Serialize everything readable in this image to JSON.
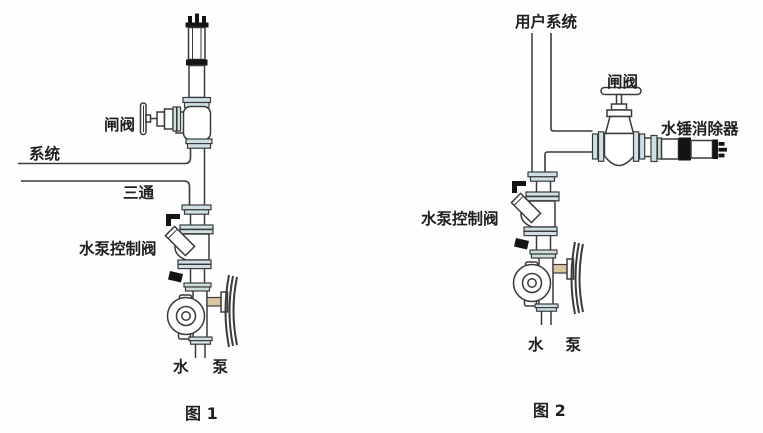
{
  "colors": {
    "ink": "#3a3a3a",
    "flange": "#cfe0e5",
    "flange_green": "#cde0d4",
    "black_part": "#141414",
    "shaft": "#d8c7a0",
    "background": "#fefefe",
    "label_ink": "#1f1f1f"
  },
  "figure1": {
    "caption": "图 1",
    "labels": {
      "gate_valve": "闸阀",
      "system": "系统",
      "tee": "三通",
      "pump_control_valve": "水泵控制阀",
      "pump": "水泵"
    }
  },
  "figure2": {
    "caption": "图 2",
    "labels": {
      "user_system": "用户系统",
      "gate_valve": "闸阀",
      "water_hammer_eliminator": "水锤消除器",
      "pump_control_valve": "水泵控制阀",
      "pump": "水泵"
    }
  }
}
